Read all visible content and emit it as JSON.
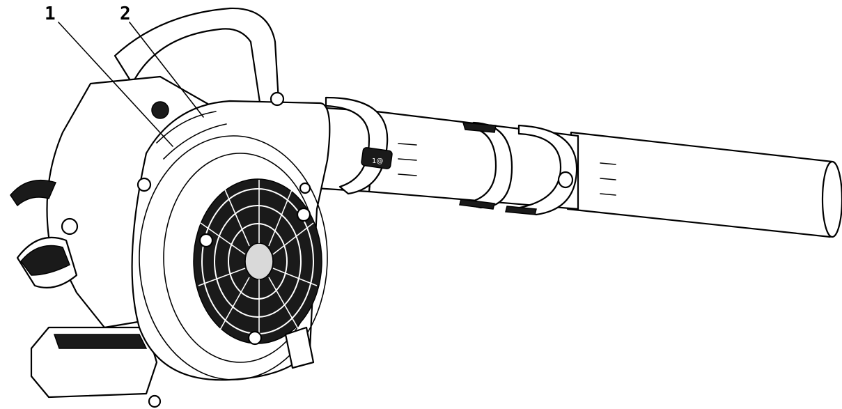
{
  "callouts": [
    {
      "number": "1"
    },
    {
      "number": "2"
    }
  ],
  "tube_marking": "1@",
  "colors": {
    "line": "#000000",
    "background": "#ffffff",
    "shade": "#1a1a1a"
  }
}
